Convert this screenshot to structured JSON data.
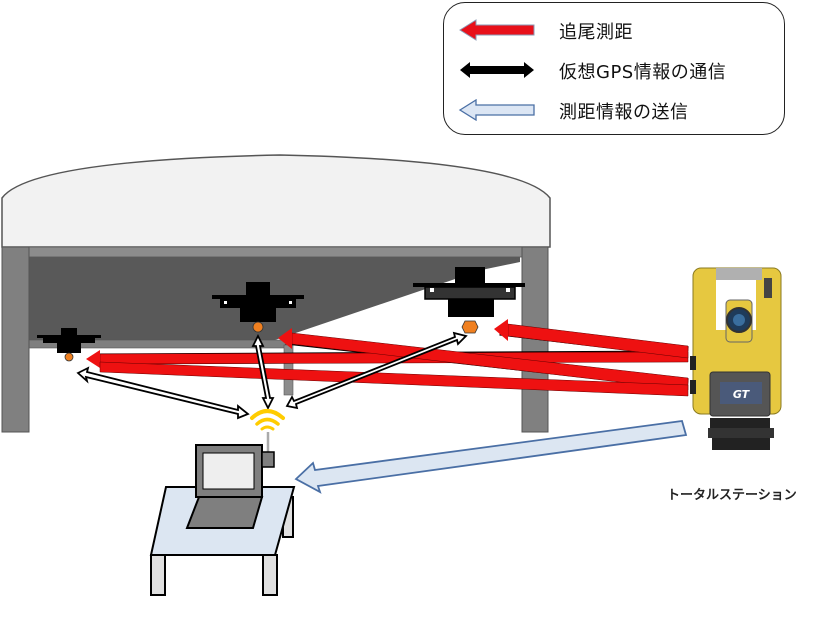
{
  "legend": {
    "items": [
      {
        "label": "追尾測距",
        "arrow": "red-arrow",
        "color": "#e8101a"
      },
      {
        "label": "仮想GPS情報の通信",
        "arrow": "black-double-arrow",
        "color": "#000000"
      },
      {
        "label": "測距情報の送信",
        "arrow": "light-blue-arrow",
        "color": "#dce6f4"
      }
    ]
  },
  "labels": {
    "total_station": "トータルステーション"
  },
  "colors": {
    "roof_fill": "#f2f2f2",
    "ceiling_dark": "#595959",
    "pillar": "#808080",
    "tracking_red": "#ee1111",
    "wifi_yellow": "#ffcc00",
    "prism_orange": "#f08020",
    "desk_blue": "#dce6f2",
    "instrument_yellow": "#e6c840",
    "transmit_arrow_stroke": "#4a6fa5"
  }
}
